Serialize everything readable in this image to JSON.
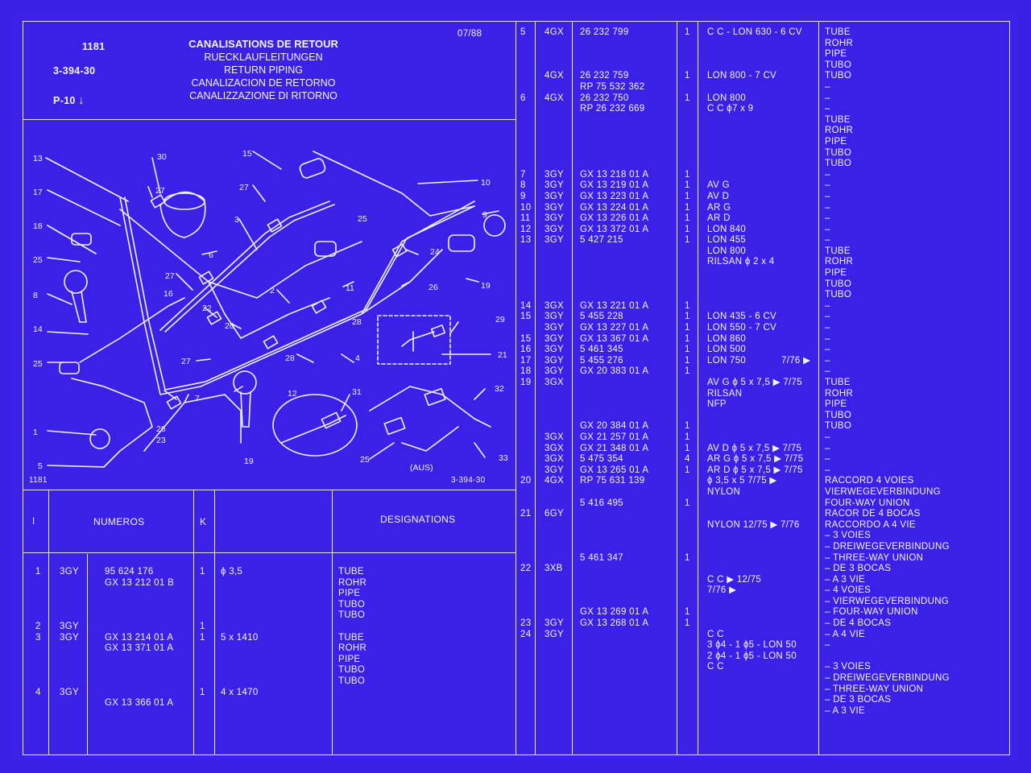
{
  "header": {
    "code": "1181",
    "ref": "3-394-30",
    "page": "P-10",
    "arrow": "↓",
    "date": "07/88",
    "titles": [
      "CANALISATIONS DE RETOUR",
      "RUECKLAUFLEITUNGEN",
      "RETURN PIPING",
      "CANALIZACION DE RETORNO",
      "CANALIZZAZIONE DI RITORNO"
    ]
  },
  "diagram": {
    "footer_left": "1181",
    "footer_right": "3-394-30",
    "aus_label": "(AUS)",
    "callouts": [
      "13",
      "30",
      "27",
      "17",
      "18",
      "25",
      "8",
      "14",
      "25",
      "1",
      "5",
      "15",
      "27",
      "3",
      "6",
      "27",
      "16",
      "22",
      "20",
      "27",
      "2",
      "11",
      "26",
      "24",
      "25",
      "10",
      "9",
      "19",
      "28",
      "28",
      "4",
      "29",
      "21",
      "12",
      "7",
      "26",
      "23",
      "19",
      "31",
      "32",
      "25",
      "33"
    ]
  },
  "table_header": {
    "col_index": "I",
    "col_numeros": "NUMEROS",
    "col_k": "K",
    "col_designations": "DESIGNATIONS"
  },
  "left_rows": {
    "idx": "1\n\n\n\n\n2\n3\n\n\n\n\n4",
    "code": "3GY\n\n\n\n\n3GY\n3GY\n\n\n\n\n3GY",
    "num": "95 624 176\nGX 13 212 01 B\n\n\n\n\nGX 13 214 01 A\nGX 13 371 01 A\n\n\n\n\nGX 13 366 01 A",
    "k": "1\n\n\n\n\n1\n1\n\n\n\n\n1",
    "spec": "ϕ 3,5\n\n\n\n\n\n5 x 1410\n\n\n\n\n4 x 1470",
    "desig": "TUBE\nROHR\nPIPE\nTUBO\nTUBO\n\nTUBE\nROHR\nPIPE\nTUBO\nTUBO"
  },
  "right_rows": {
    "idx": "5\n\n\n\n\n\n6\n\n\n\n\n\n\n7\n8\n9\n10\n11\n12\n13\n\n\n\n\n\n14\n15\n\n15\n16\n17\n18\n19\n\n\n\n\n\n\n\n\n20\n\n\n21\n\n\n\n\n22\n\n\n\n\n23\n24",
    "code": "4GX\n\n\n\n4GX\n\n4GX\n\n\n\n\n\n\n3GY\n3GY\n3GY\n3GY\n3GY\n3GY\n3GY\n\n\n\n\n\n3GX\n3GY\n3GY\n3GY\n3GY\n3GY\n3GY\n3GX\n\n\n\n\n3GX\n3GX\n3GX\n3GY\n4GX\n\n\n6GY\n\n\n\n\n3XB\n\n\n\n\n3GY\n3GY",
    "num": "26 232 799\n\n\n\n26 232 759\nRP 75 532 362\n26 232 750\nRP 26 232 669\n\n\n\n\n\nGX 13 218 01 A\nGX 13 219 01 A\nGX 13 223 01 A\nGX 13 224 01 A\nGX 13 226 01 A\nGX 13 372 01 A\n5 427 215\n\n\n\n\n\nGX 13 221 01 A\n5 455 228\nGX 13 227 01 A\nGX 13 367 01 A\n5 461 345\n5 455 276\nGX 20 383 01 A\n\n\n\n\nGX 20 384 01 A\nGX 21 257 01 A\nGX 21 348 01 A\n5 475 354\nGX 13 265 01 A\nRP 75 631 139\n\n5 416 495\n\n\n\n\n5 461 347\n\n\n\n\nGX 13 269 01 A\nGX 13 268 01 A",
    "k": "1\n\n\n\n1\n\n1\n\n\n\n\n\n\n1\n1\n1\n1\n1\n1\n1\n\n\n\n\n\n1\n1\n1\n1\n1\n1\n1\n\n\n\n\n1\n1\n1\n4\n1\n\n\n1\n\n\n\n\n1\n\n\n\n\n1\n1",
    "spec": "C C - LON 630 - 6 CV\n\n\n\nLON 800 - 7 CV\n\nLON 800\nC C ϕ7 x 9\n\n\n\n\n\n\nAV G\nAV D\nAR G\nAR D\nLON 840\nLON 455\nLON 800\nRILSAN ϕ 2 x 4\n\n\n\n\nLON 435 - 6 CV\nLON 550 - 7 CV\nLON 860\nLON 500\nLON 750\n\nAV G ϕ 5 x 7,5 ▶ 7/75\nRILSAN\nNFP\n\n\n\nAV D ϕ 5 x 7,5 ▶ 7/75\nAR G ϕ 5 x 7,5 ▶ 7/75\nAR D ϕ 5 x 7,5 ▶ 7/75\nϕ 3,5 x 5 7/75 ▶\nNYLON\n\n\nNYLON 12/75 ▶ 7/76\n\n\n\n\nC C ▶ 12/75\n7/76 ▶\n\n\n\nC C\n3 ϕ4 - 1 ϕ5 - LON 50\n2 ϕ4 - 1 ϕ5 - LON 50\nC C",
    "desig": "TUBE\nROHR\nPIPE\nTUBO\nTUBO\n–\n–\n–\nTUBE\nROHR\nPIPE\nTUBO\nTUBO\n–\n–\n–\n–\n–\n–\n–\nTUBE\nROHR\nPIPE\nTUBO\nTUBO\n–\n–\n–\n–\n–\n–\n–\nTUBE\nROHR\nPIPE\nTUBO\nTUBO\n–\n–\n–\n–\nRACCORD 4 VOIES\nVIERWEGEVERBINDUNG\nFOUR-WAY UNION\nRACOR DE 4 BOCAS\nRACCORDO A 4 VIE\n– 3 VOIES\n– DREIWEGEVERBINDUNG\n– THREE-WAY UNION\n– DE 3 BOCAS\n– A 3 VIE\n– 4 VOIES\n– VIERWEGEVERBINDUNG\n– FOUR-WAY UNION\n– DE 4 BOCAS\n– A 4 VIE\n–\n\n– 3 VOIES\n– DREIWEGEVERBINDUNG\n– THREE-WAY UNION\n– DE 3 BOCAS\n– A 3 VIE",
    "date_mark": "7/76 ▶"
  }
}
